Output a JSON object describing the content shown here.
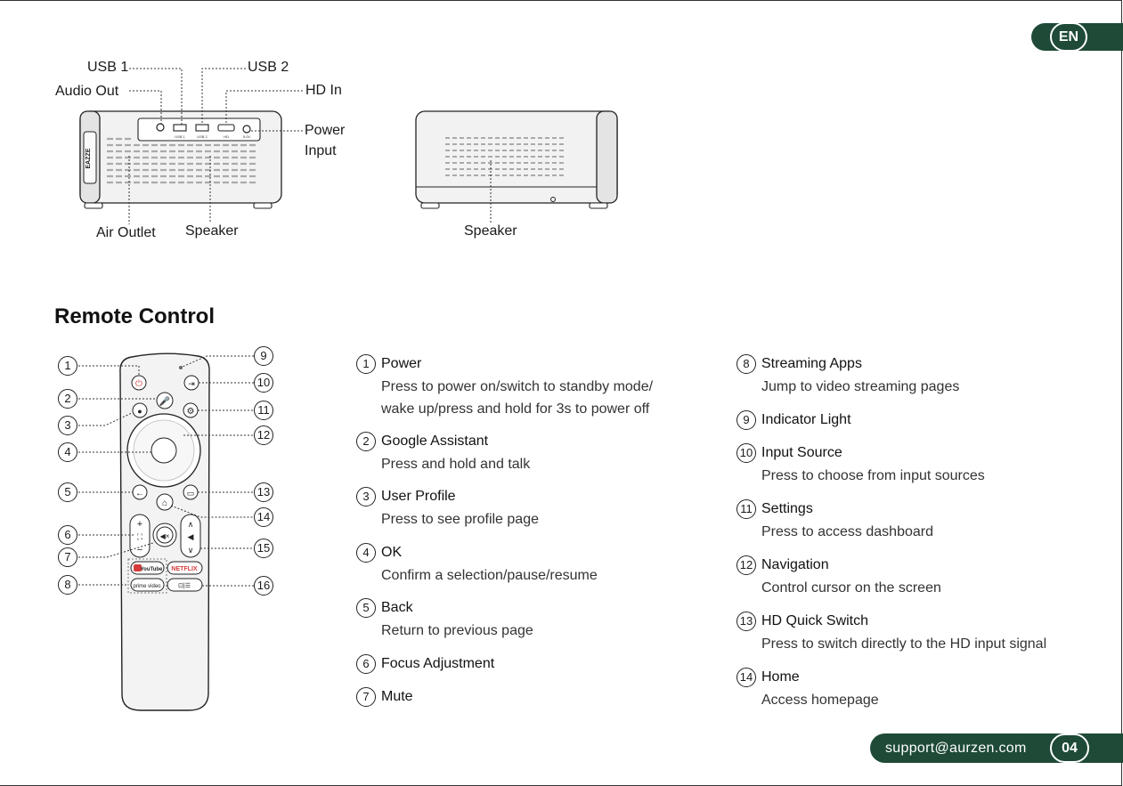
{
  "language_badge": "EN",
  "projector": {
    "labels": {
      "usb1": "USB 1",
      "usb2": "USB 2",
      "audio_out": "Audio Out",
      "hd_in": "HD In",
      "power": "Power",
      "input": "Input",
      "air_outlet": "Air Outlet",
      "speaker_back": "Speaker",
      "speaker_side": "Speaker"
    },
    "port_labels": [
      "USB 1",
      "USB 2",
      "HD",
      "5.0V"
    ],
    "brand": "EAZZE"
  },
  "section_title": "Remote Control",
  "remote": {
    "streaming": [
      "YouTube",
      "NETFLIX",
      "prime video"
    ]
  },
  "callouts": [
    "1",
    "2",
    "3",
    "4",
    "5",
    "6",
    "7",
    "8",
    "9",
    "10",
    "11",
    "12",
    "13",
    "14",
    "15",
    "16"
  ],
  "items_left": [
    {
      "num": "1",
      "title": "Power",
      "desc": [
        "Press to power on/switch to standby mode/",
        "wake up/press and hold for 3s to power off"
      ]
    },
    {
      "num": "2",
      "title": "Google Assistant",
      "desc": [
        "Press and hold and talk"
      ]
    },
    {
      "num": "3",
      "title": "User Profile",
      "desc": [
        "Press to see profile page"
      ]
    },
    {
      "num": "4",
      "title": "OK",
      "desc": [
        "Confirm a selection/pause/resume"
      ]
    },
    {
      "num": "5",
      "title": "Back",
      "desc": [
        "Return to previous page"
      ]
    },
    {
      "num": "6",
      "title": "Focus Adjustment",
      "desc": []
    },
    {
      "num": "7",
      "title": "Mute",
      "desc": []
    }
  ],
  "items_right": [
    {
      "num": "8",
      "title": "Streaming Apps",
      "desc": [
        "Jump to video streaming pages"
      ]
    },
    {
      "num": "9",
      "title": "Indicator Light",
      "desc": []
    },
    {
      "num": "10",
      "title": "Input Source",
      "desc": [
        "Press to choose from input sources"
      ]
    },
    {
      "num": "11",
      "title": "Settings",
      "desc": [
        "Press to access dashboard"
      ]
    },
    {
      "num": "12",
      "title": "Navigation",
      "desc": [
        "Control cursor on the screen"
      ]
    },
    {
      "num": "13",
      "title": "HD Quick Switch",
      "desc": [
        "Press to switch directly to the HD input signal"
      ]
    },
    {
      "num": "14",
      "title": "Home",
      "desc": [
        "Access homepage"
      ]
    }
  ],
  "footer": {
    "email": "support@aurzen.com",
    "page": "04"
  },
  "colors": {
    "accent": "#1e4a37",
    "power_red": "#d63b3b",
    "assistant_blue": "#3a7bd5"
  }
}
